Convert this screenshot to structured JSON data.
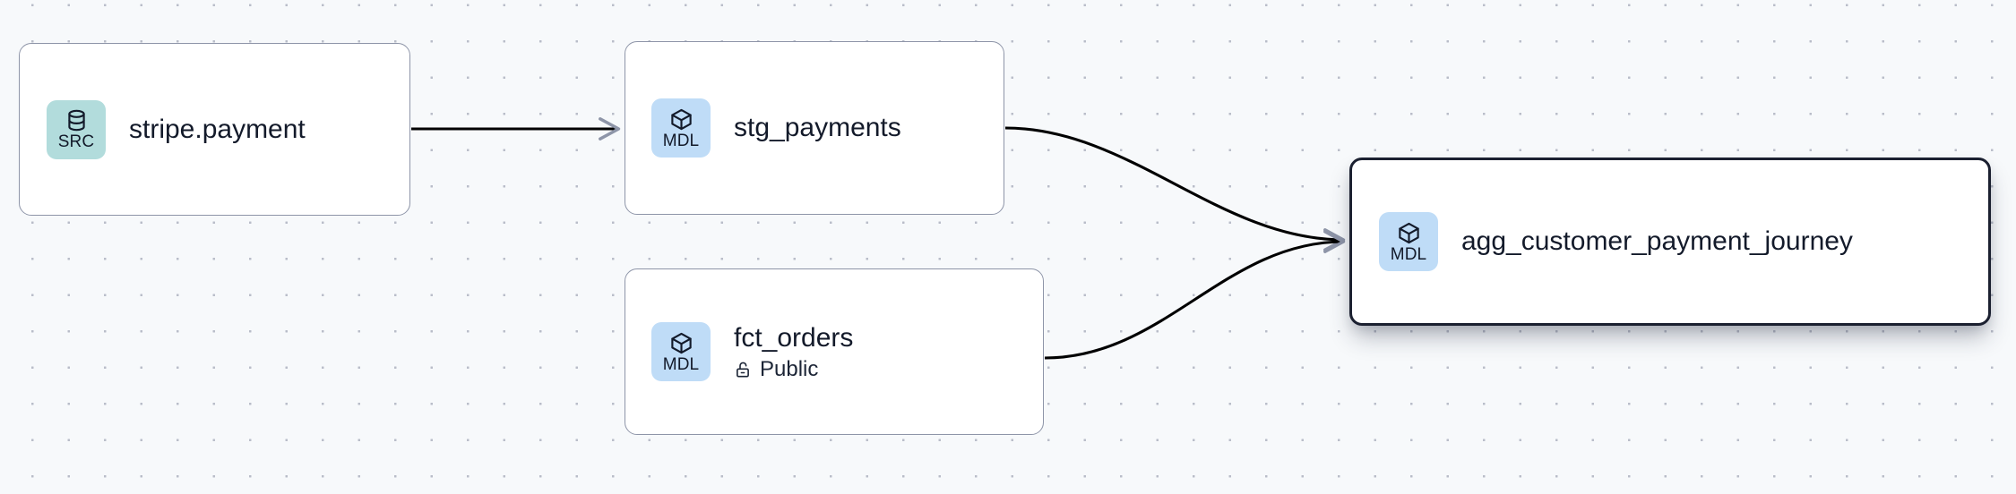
{
  "canvas": {
    "background_color": "#f7f9fb",
    "dot_color": "#b9bdc9",
    "edge_color": "#000000",
    "arrow_color": "#8e95a8",
    "node_border_color": "#8e95a8",
    "selected_border_color": "#1b2030",
    "badge_src_color": "#b2dcdc",
    "badge_mdl_color": "#bfdcf7"
  },
  "nodes": [
    {
      "id": "stripe-payment",
      "title": "stripe.payment",
      "badge_label": "SRC",
      "badge_icon": "database-icon",
      "badge_kind": "source",
      "selected": false,
      "subtitle": null,
      "subtitle_icon": null
    },
    {
      "id": "stg-payments",
      "title": "stg_payments",
      "badge_label": "MDL",
      "badge_icon": "cube-icon",
      "badge_kind": "model",
      "selected": false,
      "subtitle": null,
      "subtitle_icon": null
    },
    {
      "id": "fct-orders",
      "title": "fct_orders",
      "badge_label": "MDL",
      "badge_icon": "cube-icon",
      "badge_kind": "model",
      "selected": false,
      "subtitle": "Public",
      "subtitle_icon": "unlock-icon"
    },
    {
      "id": "agg-journey",
      "title": "agg_customer_payment_journey",
      "badge_label": "MDL",
      "badge_icon": "cube-icon",
      "badge_kind": "model",
      "selected": true,
      "subtitle": null,
      "subtitle_icon": null
    }
  ],
  "edges": [
    {
      "id": "edge-stripe-to-stg",
      "from": "stripe-payment",
      "to": "stg-payments",
      "style": "straight"
    },
    {
      "id": "edge-stg-to-agg",
      "from": "stg-payments",
      "to": "agg-journey",
      "style": "bezier"
    },
    {
      "id": "edge-fct-to-agg",
      "from": "fct-orders",
      "to": "agg-journey",
      "style": "bezier"
    }
  ]
}
